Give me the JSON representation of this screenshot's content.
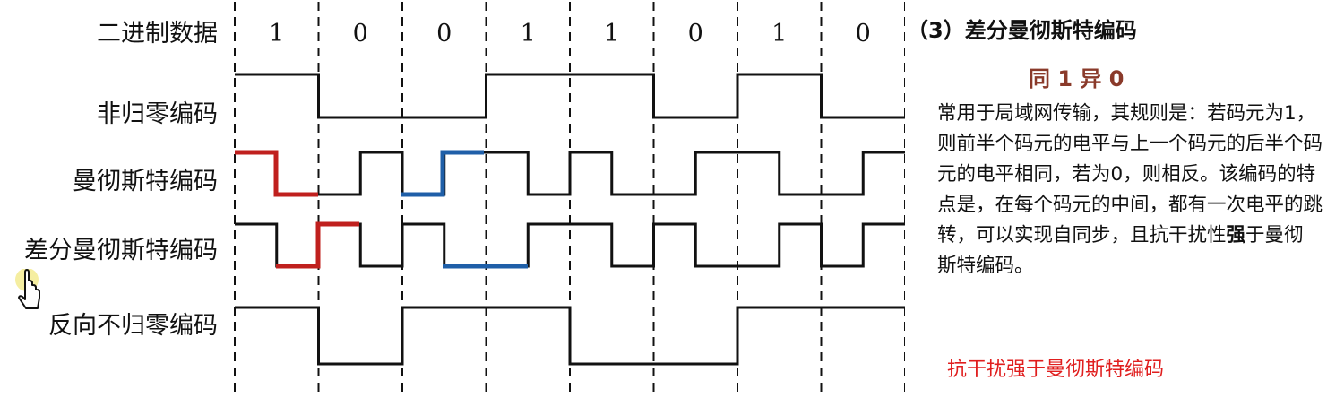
{
  "diagram": {
    "binary_label": "二进制数据",
    "bits": [
      "1",
      "0",
      "0",
      "1",
      "1",
      "0",
      "1",
      "0"
    ],
    "rows": [
      {
        "id": "nrz",
        "label": "非归零编码",
        "levels": [
          1,
          0,
          0,
          1,
          1,
          0,
          1,
          0
        ]
      },
      {
        "id": "manchester",
        "label": "曼彻斯特编码"
      },
      {
        "id": "diff_manchester",
        "label": "差分曼彻斯特编码"
      },
      {
        "id": "nrzi",
        "label": "反向不归零编码",
        "levels": [
          1,
          0,
          1,
          1,
          0,
          0,
          1,
          1
        ]
      }
    ],
    "highlight_colors": {
      "red": "#c0201e",
      "blue": "#1f5fa8"
    }
  },
  "side": {
    "section_title": "（3）差分曼彻斯特编码",
    "rule": "同 1 异 0",
    "description_before_bold": "常用于局域网传输，其规则是：若码元为1，则前半个码元的电平与上一个码元的后半个码元的电平相同，若为0，则相反。该编码的特点是，在每个码元的中间，都有一次电平的跳转，可以实现自同步，且抗干扰性",
    "description_bold": "强",
    "description_after_bold": "于曼彻斯特编码。",
    "note": "抗干扰强于曼彻斯特编码"
  }
}
